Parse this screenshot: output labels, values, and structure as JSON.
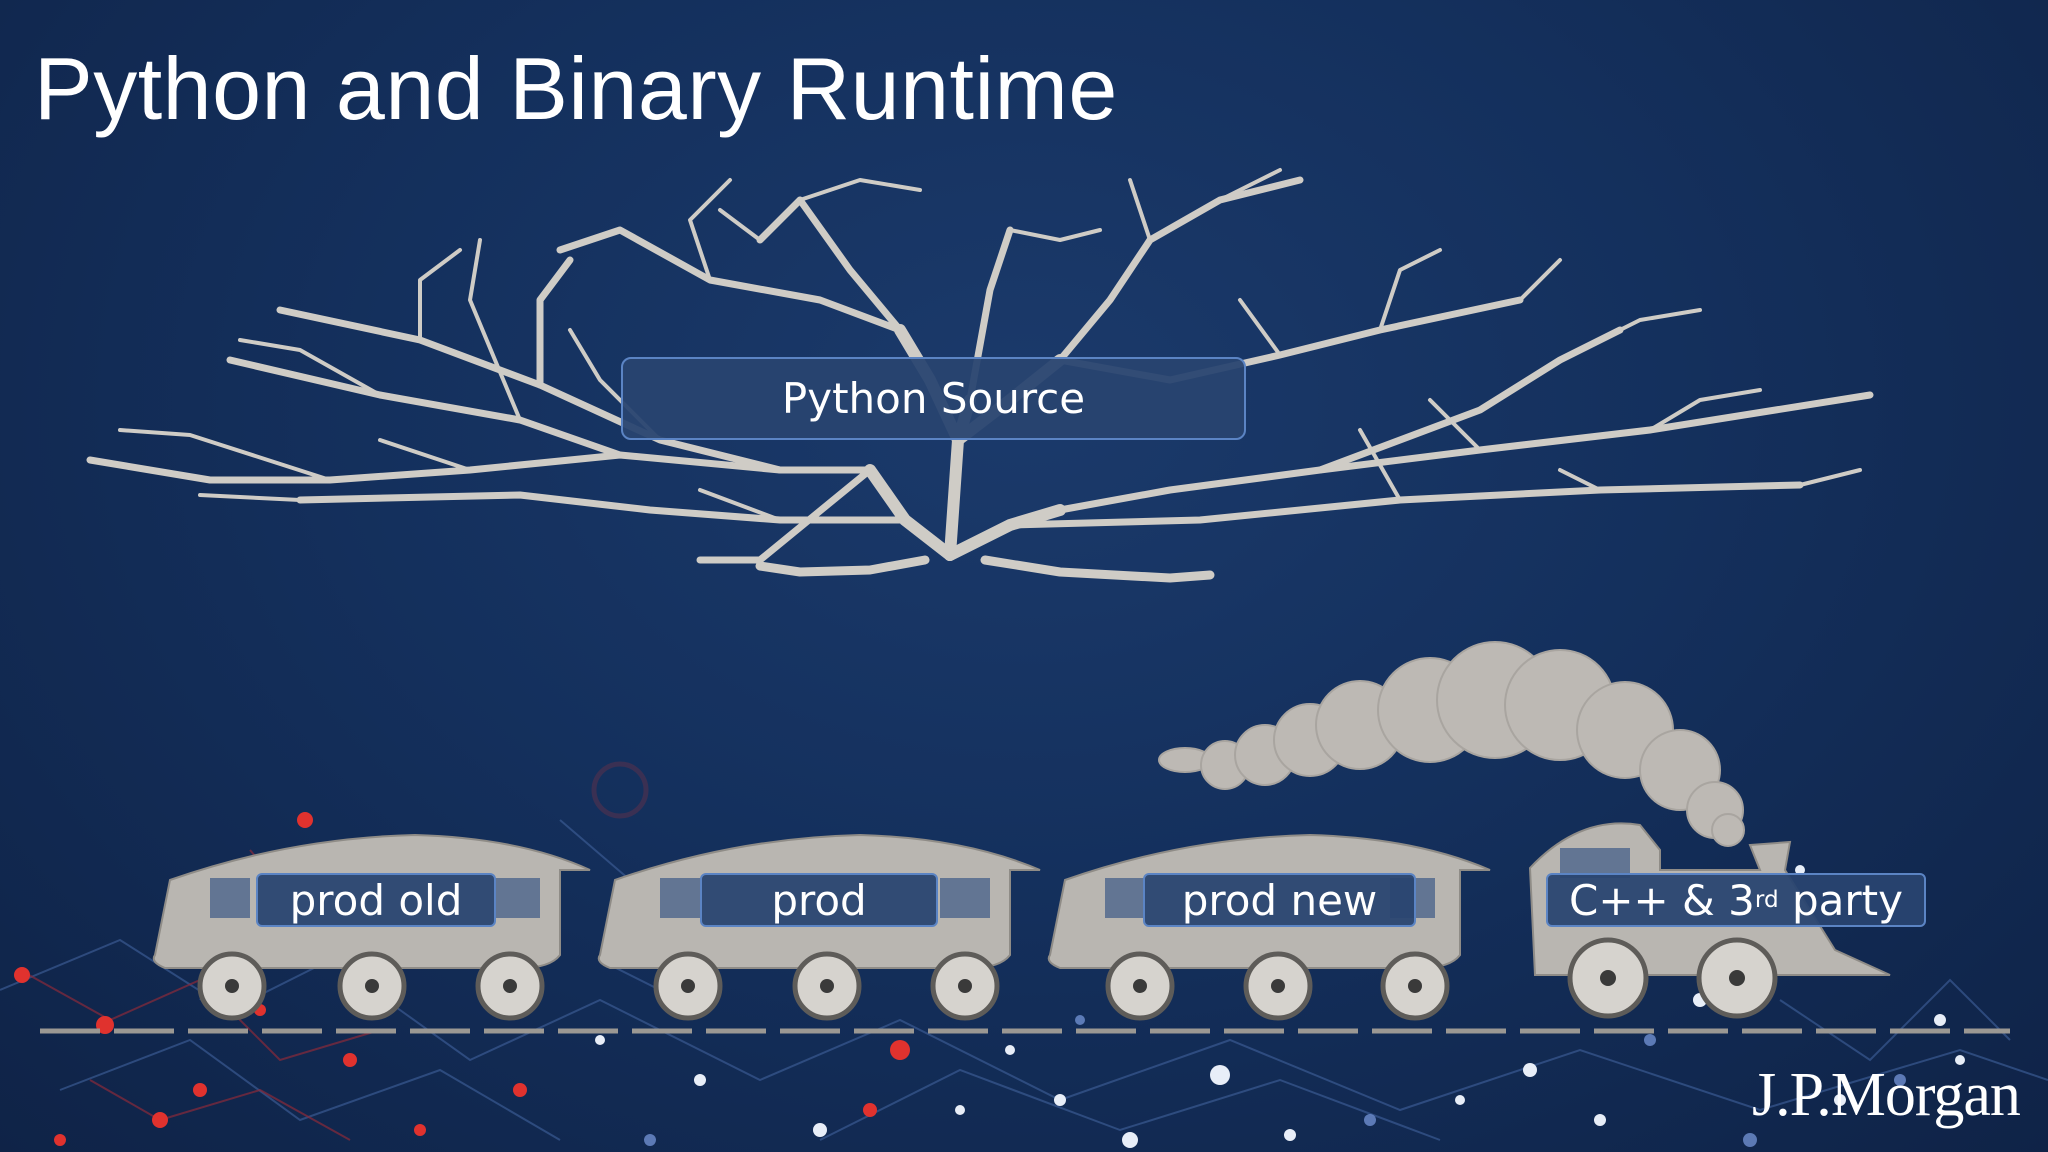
{
  "slide": {
    "title": "Python and Binary Runtime",
    "source_box": "Python Source",
    "cars": [
      "prod old",
      "prod",
      "prod new"
    ],
    "engine": {
      "label_pre": "C++ & 3",
      "label_sup": "rd",
      "label_post": " party"
    },
    "logo": "J.P.Morgan"
  },
  "colors": {
    "background": "#14305d",
    "box_fill": "#2a4670",
    "box_border": "#5b84c4",
    "drawing": "#cfccc6",
    "network_red": "#e0322e",
    "network_blue": "#3d5f9c"
  },
  "icons": [
    "tree-icon",
    "train-car-icon",
    "locomotive-icon",
    "smoke-icon",
    "network-graph-icon"
  ]
}
